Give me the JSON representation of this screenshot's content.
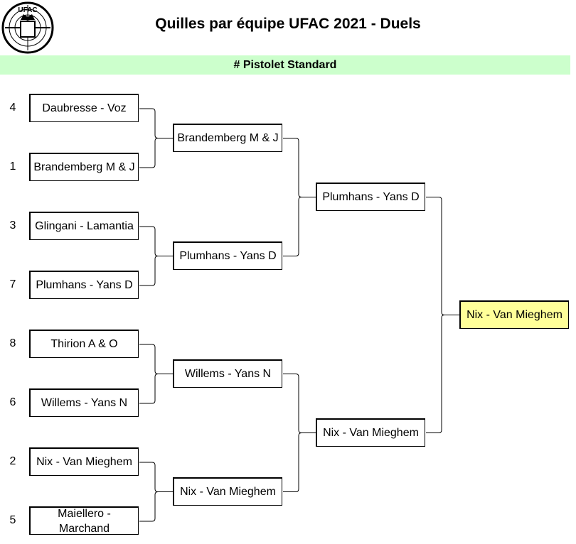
{
  "header": {
    "title": "Quilles par équipe UFAC 2021 - Duels",
    "logo_text": "U.F.A.C",
    "category": "# Pistolet Standard"
  },
  "round1": [
    {
      "seed": "4",
      "team": "Daubresse - Voz"
    },
    {
      "seed": "1",
      "team": "Brandemberg M & J"
    },
    {
      "seed": "3",
      "team": "Glingani - Lamantia"
    },
    {
      "seed": "7",
      "team": "Plumhans - Yans D"
    },
    {
      "seed": "8",
      "team": "Thirion A & O"
    },
    {
      "seed": "6",
      "team": "Willems - Yans N"
    },
    {
      "seed": "2",
      "team": "Nix - Van Mieghem"
    },
    {
      "seed": "5",
      "team": "Maiellero - Marchand"
    }
  ],
  "round2": [
    {
      "team": "Brandemberg M & J"
    },
    {
      "team": "Plumhans - Yans D"
    },
    {
      "team": "Willems - Yans N"
    },
    {
      "team": "Nix - Van Mieghem"
    }
  ],
  "round3": [
    {
      "team": "Plumhans - Yans D"
    },
    {
      "team": "Nix - Van Mieghem"
    }
  ],
  "final": {
    "team": "Nix - Van Mieghem"
  },
  "colors": {
    "band": "#ccffcc",
    "winner": "#ffff99"
  }
}
